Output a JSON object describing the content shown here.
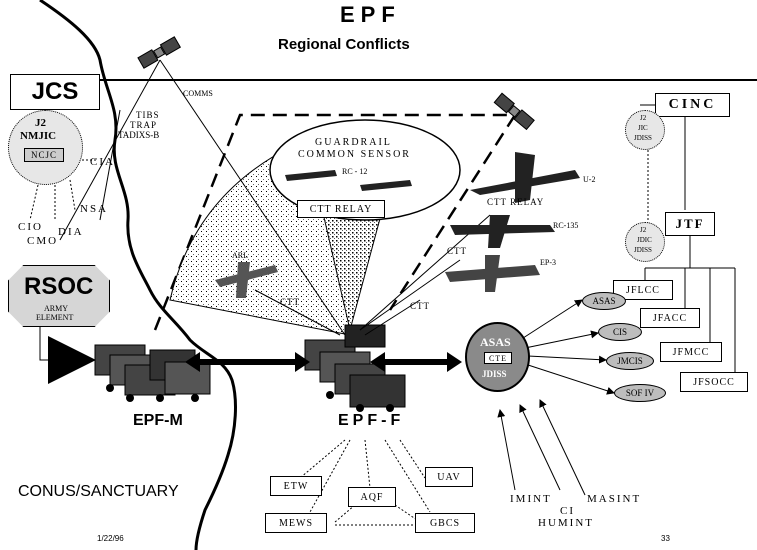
{
  "header": {
    "title": "EPF",
    "subtitle": "Regional Conflicts"
  },
  "jcs": {
    "label": "JCS",
    "circle_lines": [
      "J2",
      "NMJIC"
    ],
    "circle_box": "NCJC",
    "cia": "CIA",
    "nsa": "NSA",
    "cio": "CIO",
    "dia": "DIA",
    "cmo": "CMO"
  },
  "rsoc": {
    "label": "RSOC",
    "sub_lines": [
      "ARMY",
      "ELEMENT"
    ]
  },
  "comms": {
    "comms": "COMMS",
    "tibs": "TIBS",
    "trap": "TRAP",
    "tadixs": "TADIXS-B"
  },
  "guardrail": {
    "line1": "GUARDRAIL",
    "line2": "COMMON SENSOR",
    "model": "RC - 12",
    "relay": "CTT RELAY"
  },
  "aircraft": {
    "u2": "U-2",
    "ctt_relay": "CTT RELAY",
    "rc135": "RC-135",
    "ep3": "EP-3",
    "arl": "ARL"
  },
  "ctt_labels": [
    "CTT",
    "CTT",
    "CTT"
  ],
  "nodes": {
    "epf_m": "EPF-M",
    "epf_f": "EPF-F",
    "conus": "CONUS/SANCTUARY"
  },
  "asas": {
    "top": "ASAS",
    "box": "CTE",
    "bottom": "JDISS"
  },
  "cinc": {
    "label": "CINC",
    "circle": [
      "J2",
      "JIC",
      "JDISS"
    ],
    "jtf": "JTF",
    "jtf_circle": [
      "J2",
      "JDIC",
      "JDISS"
    ]
  },
  "components": [
    {
      "box": "JFLCC",
      "ell": "ASAS"
    },
    {
      "box": "JFACC",
      "ell": "CIS"
    },
    {
      "box": "JFMCC",
      "ell": "JMCIS"
    },
    {
      "box": "JFSOCC",
      "ell": "SOF IV"
    }
  ],
  "sources": {
    "etw": "ETW",
    "aqf": "AQF",
    "uav": "UAV",
    "mews": "MEWS",
    "gbcs": "GBCS"
  },
  "ints": {
    "imint": "IMINT",
    "ci": "CI",
    "humint": "HUMINT",
    "masint": "MASINT"
  },
  "footer": {
    "date": "1/22/96",
    "page": "33"
  }
}
